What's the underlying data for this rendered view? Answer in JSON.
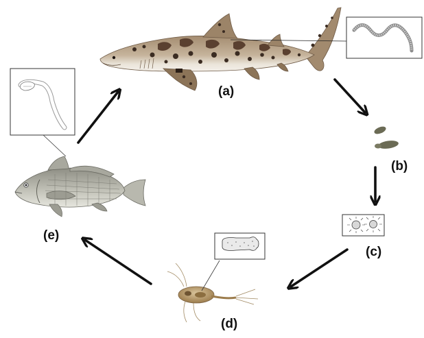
{
  "stages": [
    {
      "id": "a",
      "label": "(a)",
      "organism": "leopard-shark-adult-host",
      "inset": "adult-tapeworm"
    },
    {
      "id": "b",
      "label": "(b)",
      "organism": "egg-capsules"
    },
    {
      "id": "c",
      "label": "(c)",
      "organism": "coracidia-larvae"
    },
    {
      "id": "d",
      "label": "(d)",
      "organism": "copepod-first-intermediate-host",
      "inset": "procercoid-larva"
    },
    {
      "id": "e",
      "label": "(e)",
      "organism": "croaker-fish-second-intermediate-host",
      "inset": "plerocercoid-larva"
    }
  ],
  "cycle_order": [
    "a",
    "b",
    "c",
    "d",
    "e",
    "a"
  ],
  "colors": {
    "arrow": "#111111",
    "shark_body": "#b8a48c",
    "shark_belly": "#ece6dc",
    "shark_spots": "#3b2c22",
    "egg": "#6b6b55",
    "fish_body": "#bdbdb2",
    "copepod": "#b89a6a"
  }
}
